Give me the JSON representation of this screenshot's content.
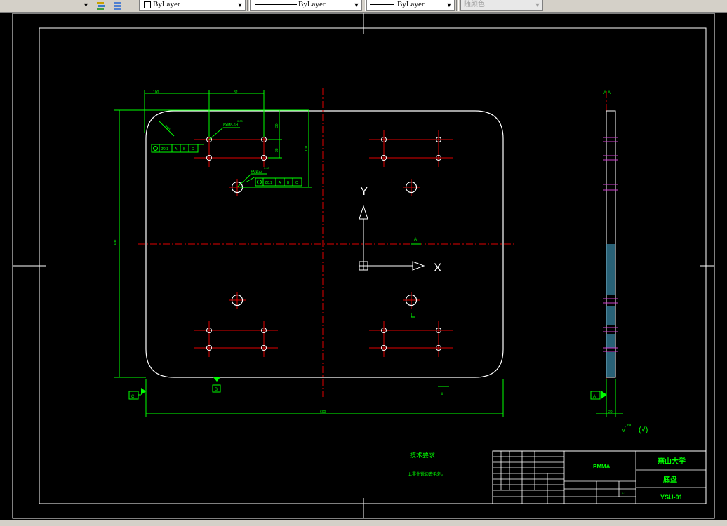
{
  "toolbar": {
    "color_combo_value": "ByLayer",
    "linetype_combo_value": "ByLayer",
    "lineweight_combo_value": "ByLayer",
    "plotstyle_combo_value": "随颜色"
  },
  "drawing": {
    "dim_overall_height": "400",
    "dim_overall_width": "600",
    "dim_top_1": "100",
    "dim_top_2": "82",
    "dim_right_1": "30",
    "dim_right_2": "38",
    "dim_right_3": "110",
    "radius_label": "R50",
    "hole_callout_1": "8XM8-6H",
    "hole_callout_2": "4X Ø22",
    "fcf1_tolerance": "Ø0.1",
    "fcf2_tolerance": "Ø0.1",
    "fcf_a": "A",
    "fcf_b": "B",
    "fcf_c": "C",
    "tol_value": "0.00",
    "datum_b": "B",
    "datum_c": "C",
    "datum_a_side": "A",
    "section_marker_top": "A",
    "section_marker_bottom": "A",
    "section_label": "A-A",
    "side_dim": "20",
    "axis_y": "Y",
    "axis_x": "X",
    "roughness_note": "(√)",
    "tech_req_title": "技术要求",
    "tech_req_line1": "1.零件锐边去毛刺。"
  },
  "title_block": {
    "material": "PMMA",
    "school": "燕山大学",
    "part_name": "底盘",
    "drawing_no": "YSU-01",
    "scale": "1:1"
  }
}
